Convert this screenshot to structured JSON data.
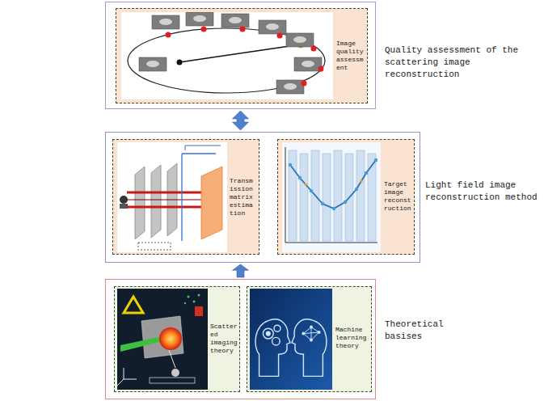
{
  "diagram": {
    "nodes": [
      {
        "text": [
          "Quality assessment of the scattering image reconstruction"
        ]
      },
      {
        "text": [
          "Image quality assessment"
        ],
        "in": 0
      },
      {
        "text": [
          "Light field image reconstruction method"
        ]
      },
      {
        "text": [
          "Transmission matrix estimation"
        ],
        "in": 2
      },
      {
        "text": [
          "Target image reconstruction"
        ],
        "in": 2
      },
      {
        "text": [
          "Theoretical basises"
        ]
      },
      {
        "text": [
          "Scattered imaging theory"
        ],
        "in": 5
      },
      {
        "text": [
          "Machine learning theory"
        ],
        "in": 5
      }
    ],
    "edges": [
      {
        "from": 0,
        "to": 2,
        "arrow": "both"
      },
      {
        "from": 5,
        "to": 2,
        "arrow": "to"
      },
      {
        "from": 3,
        "to": 4,
        "arrow": "to"
      }
    ]
  }
}
